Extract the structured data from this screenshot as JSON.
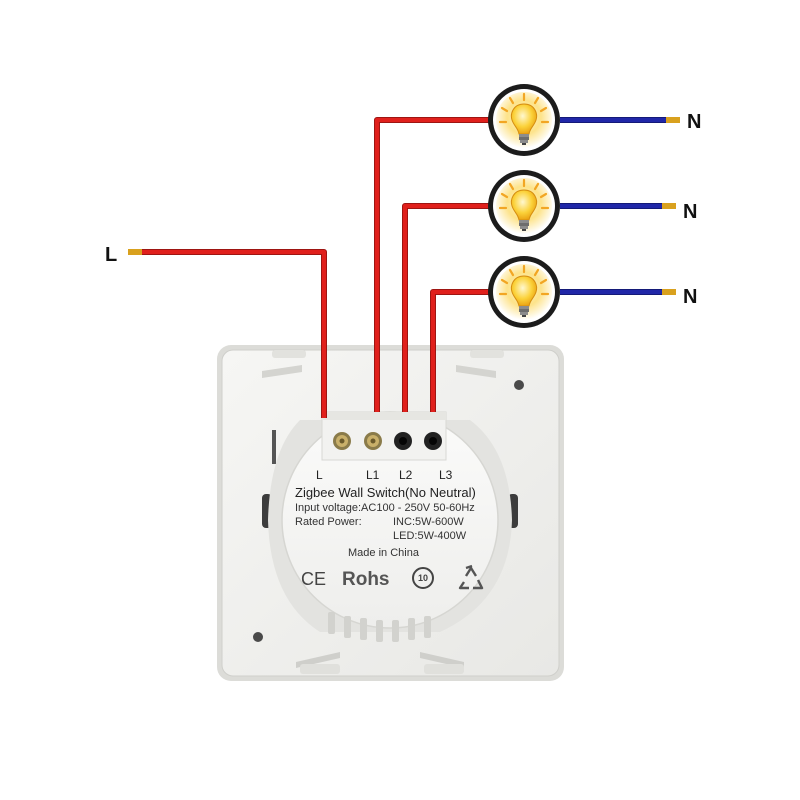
{
  "wires": {
    "live_label": "L",
    "neutral_labels": [
      "N",
      "N",
      "N"
    ]
  },
  "colors": {
    "live_wire": "#e0201c",
    "neutral_wire": "#2027a8",
    "wire_tip": "#d9a11e",
    "lamp_glow": "#f2a623"
  },
  "lamps": [
    {
      "icon": "light-bulb-icon",
      "state": "on"
    },
    {
      "icon": "light-bulb-icon",
      "state": "on"
    },
    {
      "icon": "light-bulb-icon",
      "state": "on"
    }
  ],
  "device": {
    "terminals": [
      "L",
      "L1",
      "L2",
      "L3"
    ],
    "title": "Zigbee Wall Switch(No Neutral)",
    "input_voltage": "Input voltage:AC100 - 250V 50-60Hz",
    "rated_power_label": "Rated Power:",
    "rated_power_inc": "INC:5W-600W",
    "rated_power_led": "LED:5W-400W",
    "origin": "Made in China",
    "ce_mark": "CE",
    "rohs_mark": "Rohs",
    "lifetime_mark": "10",
    "recycle_icon": "recycle-icon"
  }
}
